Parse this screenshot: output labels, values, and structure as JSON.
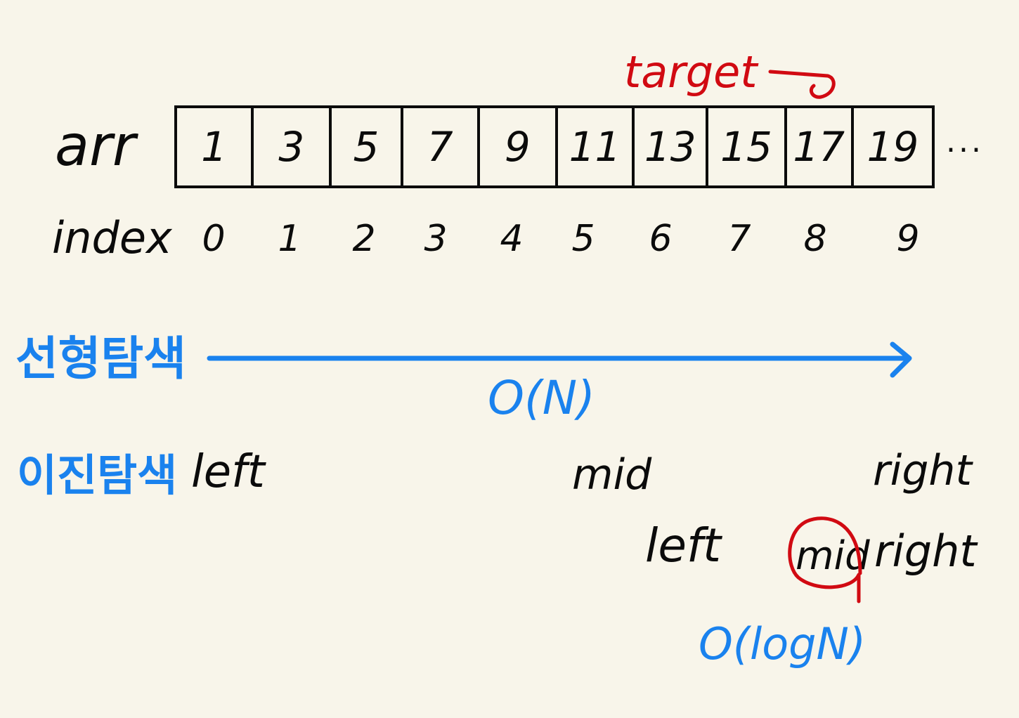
{
  "arr_label": "arr",
  "index_label": "index",
  "ellipsis": "...",
  "target_label": "target",
  "array": {
    "values": [
      "1",
      "3",
      "5",
      "7",
      "9",
      "11",
      "13",
      "15",
      "17",
      "19"
    ],
    "indices": [
      "0",
      "1",
      "2",
      "3",
      "4",
      "5",
      "6",
      "7",
      "8",
      "9"
    ]
  },
  "linear": {
    "label": "선형탐색",
    "complexity": "O(N)"
  },
  "binary": {
    "label": "이진탐색",
    "row1": {
      "left": "left",
      "mid": "mid",
      "right": "right"
    },
    "row2": {
      "left": "left",
      "mid": "mid",
      "right": "right"
    },
    "complexity": "O(logN)"
  },
  "colors": {
    "ink": "#0b0b0b",
    "blue": "#1a82ee",
    "red": "#d10a12",
    "paper": "#f8f5ea"
  }
}
